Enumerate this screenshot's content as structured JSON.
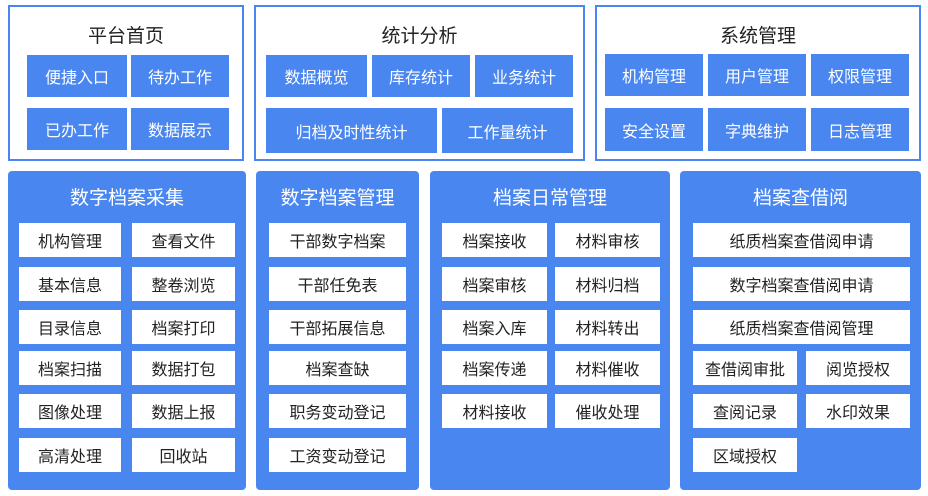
{
  "top_modules": [
    {
      "title": "平台首页",
      "items": [
        "便捷入口",
        "待办工作",
        "已办工作",
        "数据展示"
      ]
    },
    {
      "title": "统计分析",
      "items": [
        "数据概览",
        "库存统计",
        "业务统计",
        "归档及时性统计",
        "工作量统计"
      ]
    },
    {
      "title": "系统管理",
      "items": [
        "机构管理",
        "用户管理",
        "权限管理",
        "安全设置",
        "字典维护",
        "日志管理"
      ]
    }
  ],
  "bottom_modules": [
    {
      "title": "数字档案采集",
      "items": [
        "机构管理",
        "查看文件",
        "基本信息",
        "整卷浏览",
        "目录信息",
        "档案打印",
        "档案扫描",
        "数据打包",
        "图像处理",
        "数据上报",
        "高清处理",
        "回收站"
      ]
    },
    {
      "title": "数字档案管理",
      "items": [
        "干部数字档案",
        "干部任免表",
        "干部拓展信息",
        "档案查缺",
        "职务变动登记",
        "工资变动登记"
      ]
    },
    {
      "title": "档案日常管理",
      "items": [
        "档案接收",
        "材料审核",
        "档案审核",
        "材料归档",
        "档案入库",
        "材料转出",
        "档案传递",
        "材料催收",
        "材料接收",
        "催收处理"
      ]
    },
    {
      "title": "档案查借阅",
      "items": [
        "纸质档案查借阅申请",
        "数字档案查借阅申请",
        "纸质档案查借阅管理",
        "查借阅审批",
        "阅览授权",
        "查阅记录",
        "水印效果",
        "区域授权"
      ]
    }
  ],
  "colors": {
    "accent": "#4a86f0",
    "panel_bg": "#ffffff",
    "text_dark": "#222222",
    "text_light": "#ffffff"
  }
}
